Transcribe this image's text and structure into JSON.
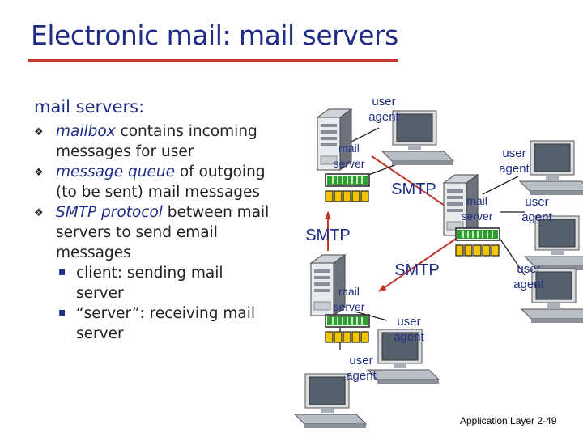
{
  "slide": {
    "title": "Electronic mail: mail servers",
    "subheading": "mail servers:",
    "bullets": [
      {
        "em": "mailbox",
        "rest_line1": " contains incoming",
        "rest_line2": "messages for user"
      },
      {
        "em": "message queue",
        "rest_line1": " of outgoing",
        "rest_line2": "(to be sent) mail messages"
      },
      {
        "em": "SMTP protocol",
        "rest_line1": " between mail",
        "rest_line2": "servers to send email",
        "rest_line3": "messages"
      }
    ],
    "sub_bullets": [
      {
        "line1": "client: sending mail",
        "line2": "server"
      },
      {
        "line1": "“server”: receiving mail",
        "line2": "server"
      }
    ],
    "footer": "Application Layer 2-49"
  },
  "diagram": {
    "user_agent_label": [
      "user",
      "agent"
    ],
    "mail_server_label": [
      "mail",
      "server"
    ],
    "protocol_label": "SMTP",
    "colors": {
      "text": "#1f2d86",
      "arrow": "#c0392b",
      "queue": "#2e9e2e",
      "mailbox": "#f2c500"
    }
  }
}
